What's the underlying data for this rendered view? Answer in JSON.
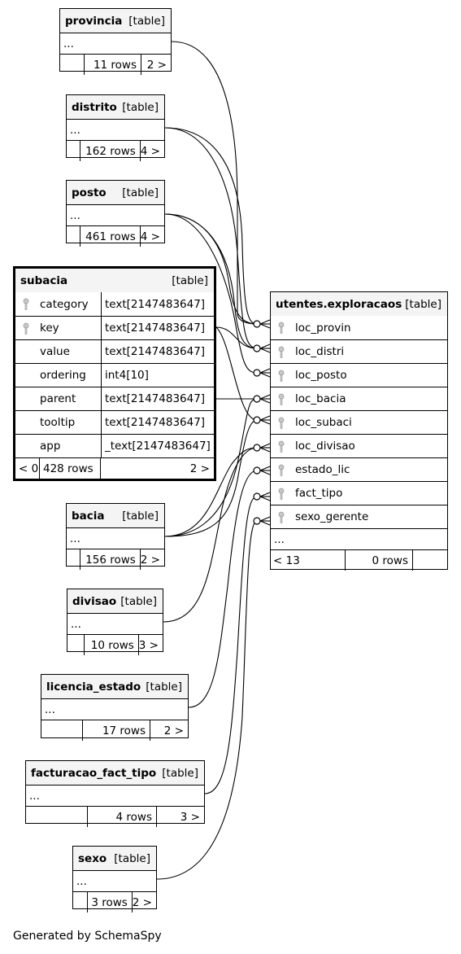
{
  "tables": {
    "provincia": {
      "name": "provincia",
      "kind": "[table]",
      "dots": "...",
      "rows": "11 rows",
      "more": "2 >"
    },
    "distrito": {
      "name": "distrito",
      "kind": "[table]",
      "dots": "...",
      "rows": "162 rows",
      "more": "4 >"
    },
    "posto": {
      "name": "posto",
      "kind": "[table]",
      "dots": "...",
      "rows": "461 rows",
      "more": "4 >"
    },
    "subacia": {
      "name": "subacia",
      "kind": "[table]",
      "columns": [
        {
          "name": "category",
          "type": "text[2147483647]",
          "key": true
        },
        {
          "name": "key",
          "type": "text[2147483647]",
          "key": true
        },
        {
          "name": "value",
          "type": "text[2147483647]",
          "key": false
        },
        {
          "name": "ordering",
          "type": "int4[10]",
          "key": false
        },
        {
          "name": "parent",
          "type": "text[2147483647]",
          "key": false
        },
        {
          "name": "tooltip",
          "type": "text[2147483647]",
          "key": false
        },
        {
          "name": "app",
          "type": "_text[2147483647]",
          "key": false
        }
      ],
      "less": "< 0",
      "rows": "428 rows",
      "more": "2 >"
    },
    "bacia": {
      "name": "bacia",
      "kind": "[table]",
      "dots": "...",
      "rows": "156 rows",
      "more": "2 >"
    },
    "divisao": {
      "name": "divisao",
      "kind": "[table]",
      "dots": "...",
      "rows": "10 rows",
      "more": "3 >"
    },
    "licencia_estado": {
      "name": "licencia_estado",
      "kind": "[table]",
      "dots": "...",
      "rows": "17 rows",
      "more": "2 >"
    },
    "facturacao_fact_tipo": {
      "name": "facturacao_fact_tipo",
      "kind": "[table]",
      "dots": "...",
      "rows": "4 rows",
      "more": "3 >"
    },
    "sexo": {
      "name": "sexo",
      "kind": "[table]",
      "dots": "...",
      "rows": "3 rows",
      "more": "2 >"
    },
    "exploracaos": {
      "name": "utentes.exploracaos",
      "kind": "[table]",
      "columns": [
        {
          "name": "loc_provin",
          "key": true
        },
        {
          "name": "loc_distri",
          "key": true
        },
        {
          "name": "loc_posto",
          "key": true
        },
        {
          "name": "loc_bacia",
          "key": true
        },
        {
          "name": "loc_subaci",
          "key": true
        },
        {
          "name": "loc_divisao",
          "key": true
        },
        {
          "name": "estado_lic",
          "key": true
        },
        {
          "name": "fact_tipo",
          "key": true
        },
        {
          "name": "sexo_gerente",
          "key": true
        }
      ],
      "dots": "...",
      "less": "< 13",
      "rows": "0 rows"
    }
  },
  "footer": "Generated by SchemaSpy"
}
